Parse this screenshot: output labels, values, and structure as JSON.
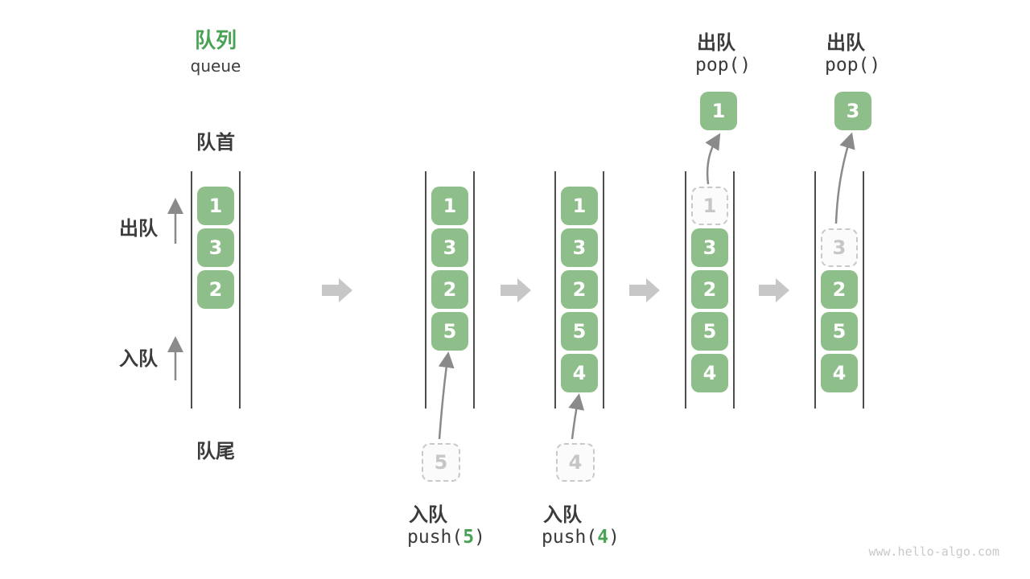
{
  "title": {
    "zh": "队列",
    "en": "queue"
  },
  "side_labels": {
    "front": "队首",
    "rear": "队尾",
    "dequeue": "出队",
    "enqueue": "入队"
  },
  "watermark": "www.hello-algo.com",
  "colors": {
    "box_green": "#8ebe89",
    "title_green": "#4aa354",
    "accent_green": "#4aa354",
    "wall_gray": "#4d4d4d",
    "thin_arrow_gray": "#8a8a8a",
    "block_arrow_gray": "#c7c7c7",
    "ghost_gray": "#c9c9c9",
    "text_dark": "#3b3b3b"
  },
  "columns": [
    {
      "cells": [
        {
          "v": "1"
        },
        {
          "v": "3"
        },
        {
          "v": "2"
        }
      ]
    },
    {
      "cells": [
        {
          "v": "1"
        },
        {
          "v": "3"
        },
        {
          "v": "2"
        },
        {
          "v": "5"
        }
      ],
      "incoming": {
        "v": "5"
      },
      "op": {
        "name": "入队",
        "code_pre": "push(",
        "code_arg": "5",
        "code_post": ")"
      }
    },
    {
      "cells": [
        {
          "v": "1"
        },
        {
          "v": "3"
        },
        {
          "v": "2"
        },
        {
          "v": "5"
        },
        {
          "v": "4"
        }
      ],
      "incoming": {
        "v": "4"
      },
      "op": {
        "name": "入队",
        "code_pre": "push(",
        "code_arg": "4",
        "code_post": ")"
      }
    },
    {
      "cells": [
        {
          "v": "1",
          "ghost": true
        },
        {
          "v": "3"
        },
        {
          "v": "2"
        },
        {
          "v": "5"
        },
        {
          "v": "4"
        }
      ],
      "outgoing": {
        "v": "1"
      },
      "op": {
        "name": "出队",
        "code_pre": "pop(",
        "code_arg": "",
        "code_post": ")"
      }
    },
    {
      "cells": [
        {
          "v": "3",
          "ghost": true
        },
        {
          "v": "2"
        },
        {
          "v": "5"
        },
        {
          "v": "4"
        }
      ],
      "outgoing": {
        "v": "3"
      },
      "op": {
        "name": "出队",
        "code_pre": "pop(",
        "code_arg": "",
        "code_post": ")"
      }
    }
  ]
}
